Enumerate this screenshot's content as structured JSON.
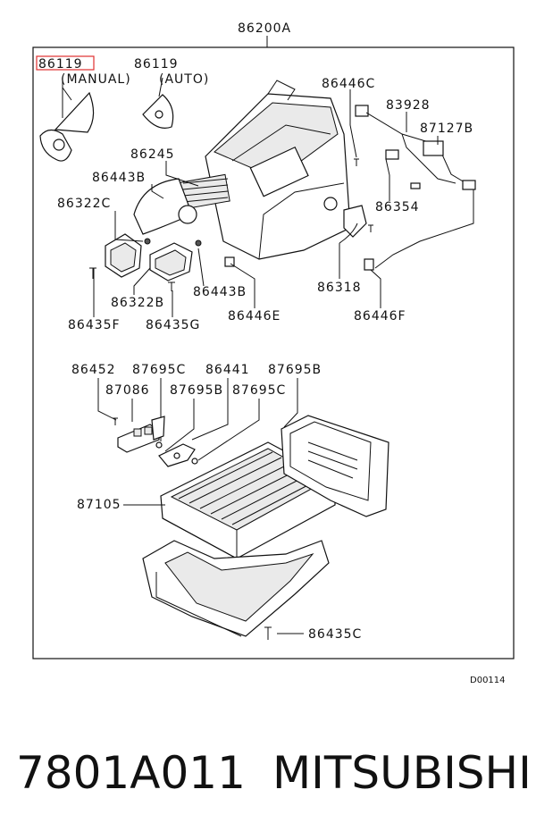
{
  "diagram": {
    "assembly_label": "86200A",
    "diagram_code": "D00114",
    "highlight_color": "#e03030",
    "callouts": {
      "c86119_manual": "86119",
      "manual_note": "(MANUAL)",
      "c86119_auto": "86119",
      "auto_note": "(AUTO)",
      "c86446c": "86446C",
      "c83928": "83928",
      "c87127b": "87127B",
      "c86245": "86245",
      "c86443b_top": "86443B",
      "c86354": "86354",
      "c86322c": "86322C",
      "c86318": "86318",
      "c86322b": "86322B",
      "c86443b_mid": "86443B",
      "c86435f": "86435F",
      "c86435g": "86435G",
      "c86446e": "86446E",
      "c86446f": "86446F",
      "c86452": "86452",
      "c87695c_a": "87695C",
      "c86441": "86441",
      "c87695b_a": "87695B",
      "c87086": "87086",
      "c87695b_b": "87695B",
      "c87695c_b": "87695C",
      "c87105": "87105",
      "c86435c": "86435C"
    }
  },
  "footer": {
    "part_number": "7801A011",
    "brand": "MITSUBISHI"
  }
}
